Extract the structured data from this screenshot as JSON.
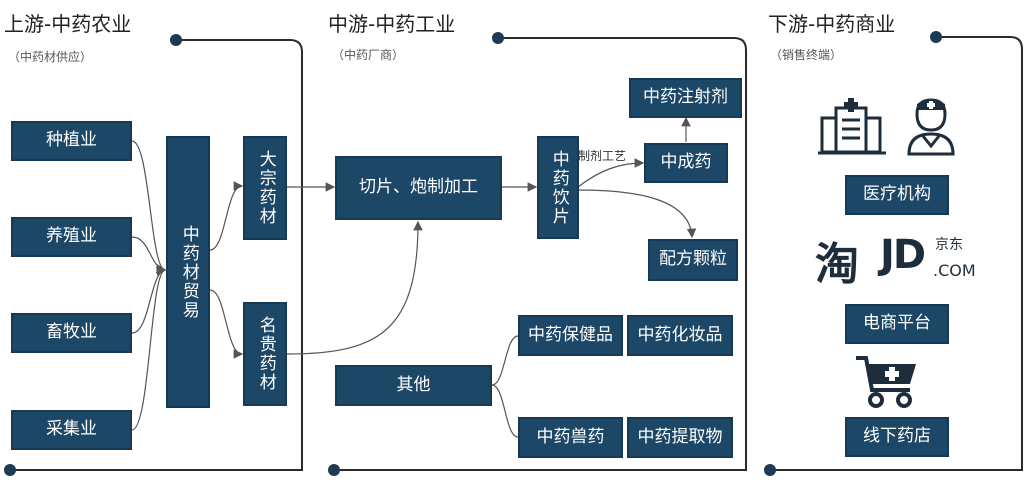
{
  "sections": {
    "upstream": {
      "title": "上游-中药农业",
      "subtitle": "（中药材供应）"
    },
    "midstream": {
      "title": "中游-中药工业",
      "subtitle": "（中药厂商）"
    },
    "downstream": {
      "title": "下游-中药商业",
      "subtitle": "（销售终端）"
    }
  },
  "upstream_items": [
    "种植业",
    "养殖业",
    "畜牧业",
    "采集业"
  ],
  "trade": "中药材贸易",
  "bulk_herbs": "大宗药材",
  "precious_herbs": "名贵药材",
  "processing": "切片、炮制加工",
  "decoction": "中药饮片",
  "process_label": "制剂工艺",
  "injection": "中药注射剂",
  "patent_medicine": "中成药",
  "granules": "配方颗粒",
  "other": "其他",
  "health_products": "中药保健品",
  "cosmetics": "中药化妆品",
  "veterinary": "中药兽药",
  "extracts": "中药提取物",
  "downstream_items": {
    "medical": "医疗机构",
    "ecommerce": "电商平台",
    "pharmacy": "线下药店"
  },
  "logos": {
    "taobao": "淘",
    "jd": "JD",
    "jd_cn": "京东",
    "jd_com": ".COM"
  },
  "icons": [
    "hospital-icon",
    "doctor-icon",
    "shopping-cart-icon"
  ],
  "colors": {
    "box": "#1d4766",
    "border": "#163a55",
    "frame": "#2b2b2b",
    "dot": "#1e3a52"
  }
}
